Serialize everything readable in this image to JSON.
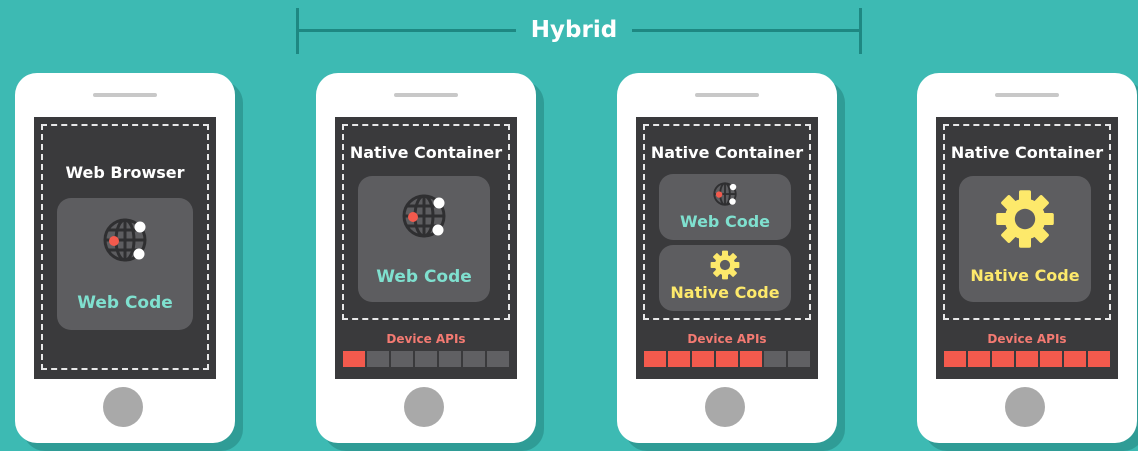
{
  "header": {
    "label": "Hybrid"
  },
  "phones": [
    {
      "container_title": "Web Browser",
      "web_code": "Web Code",
      "native_code": "",
      "apis_label": ""
    },
    {
      "container_title": "Native Container",
      "web_code": "Web Code",
      "native_code": "",
      "apis_label": "Device APIs",
      "api_segments_active": 1,
      "api_segments_total": 7
    },
    {
      "container_title": "Native Container",
      "web_code": "Web Code",
      "native_code": "Native Code",
      "apis_label": "Device APIs",
      "api_segments_active": 5,
      "api_segments_total": 7
    },
    {
      "container_title": "Native Container",
      "web_code": "",
      "native_code": "Native Code",
      "apis_label": "Device APIs",
      "api_segments_active": 7,
      "api_segments_total": 7
    }
  ],
  "colors": {
    "background": "#3dbab3",
    "screen": "#3a3a3c",
    "web_code": "#7fe0cf",
    "native_code": "#fde96b",
    "api_label": "#f47a72",
    "api_active": "#f35a4d",
    "api_inactive": "#606063"
  },
  "icons": [
    "globe-icon",
    "gear-icon",
    "home-button-icon",
    "speaker-icon"
  ]
}
